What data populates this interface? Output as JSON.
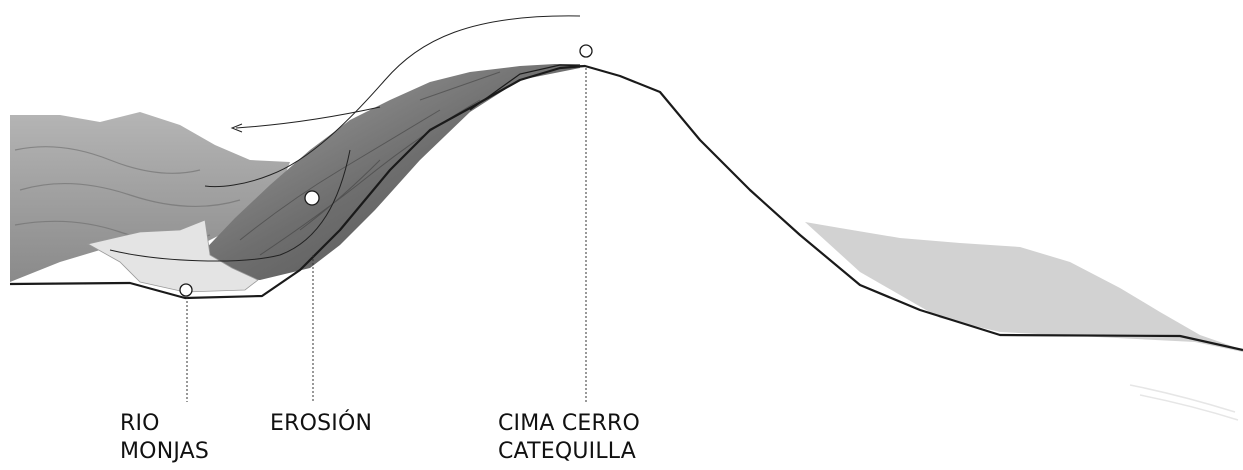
{
  "labels": {
    "rio": [
      "RIO",
      "MONJAS"
    ],
    "erosion": "EROSIÓN",
    "cima": [
      "CIMA CERRO",
      "CATEQUILLA"
    ]
  },
  "colors": {
    "profile_line": "#1a1a1a",
    "slope_fill": "#d2d2d2",
    "terrain_dark": "#5a5a5a",
    "terrain_mid": "#8c8c8c",
    "terrain_light": "#b8b8b8",
    "river": "#e2e2e2",
    "background": "#ffffff"
  }
}
